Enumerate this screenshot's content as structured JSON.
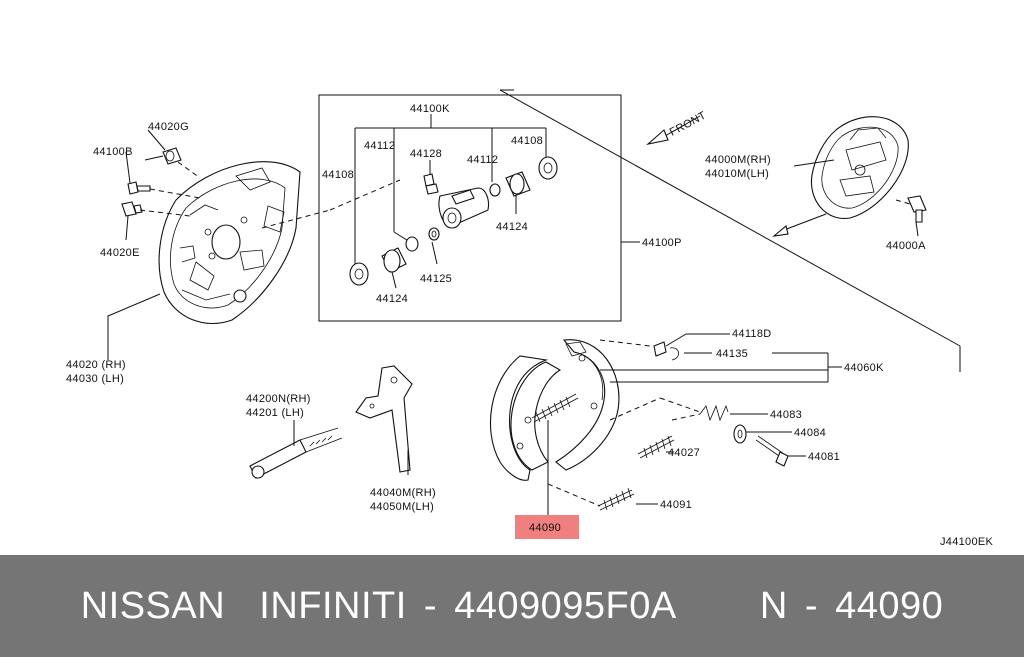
{
  "labels": {
    "p44020G": "44020G",
    "p44100B": "44100B",
    "p44020E": "44020E",
    "p44020": "44020 (RH)",
    "p44030": "44030 (LH)",
    "p44100K": "44100K",
    "p44108a": "44108",
    "p44108b": "44108",
    "p44112a": "44112",
    "p44112b": "44112",
    "p44128": "44128",
    "p44124a": "44124",
    "p44124b": "44124",
    "p44125": "44125",
    "p44100P": "44100P",
    "front": "FRONT",
    "p44000M": "44000M(RH)",
    "p44010M": "44010M(LH)",
    "p44000A": "44000A",
    "p44118D": "44118D",
    "p44135": "44135",
    "p44060K": "44060K",
    "p44083": "44083",
    "p44084": "44084",
    "p44081": "44081",
    "p44027": "44027",
    "p44091": "44091",
    "p44090": "44090",
    "p44200N": "44200N(RH)",
    "p44201": "44201 (LH)",
    "p44040M": "44040M(RH)",
    "p44050M": "44050M(LH)",
    "diagram_code": "J44100EK"
  },
  "highlight_color": "#f08080",
  "footer_color": "#757575",
  "footer": {
    "text": "NISSAN  INFINITI - 4409095F0A     N - 44090"
  }
}
